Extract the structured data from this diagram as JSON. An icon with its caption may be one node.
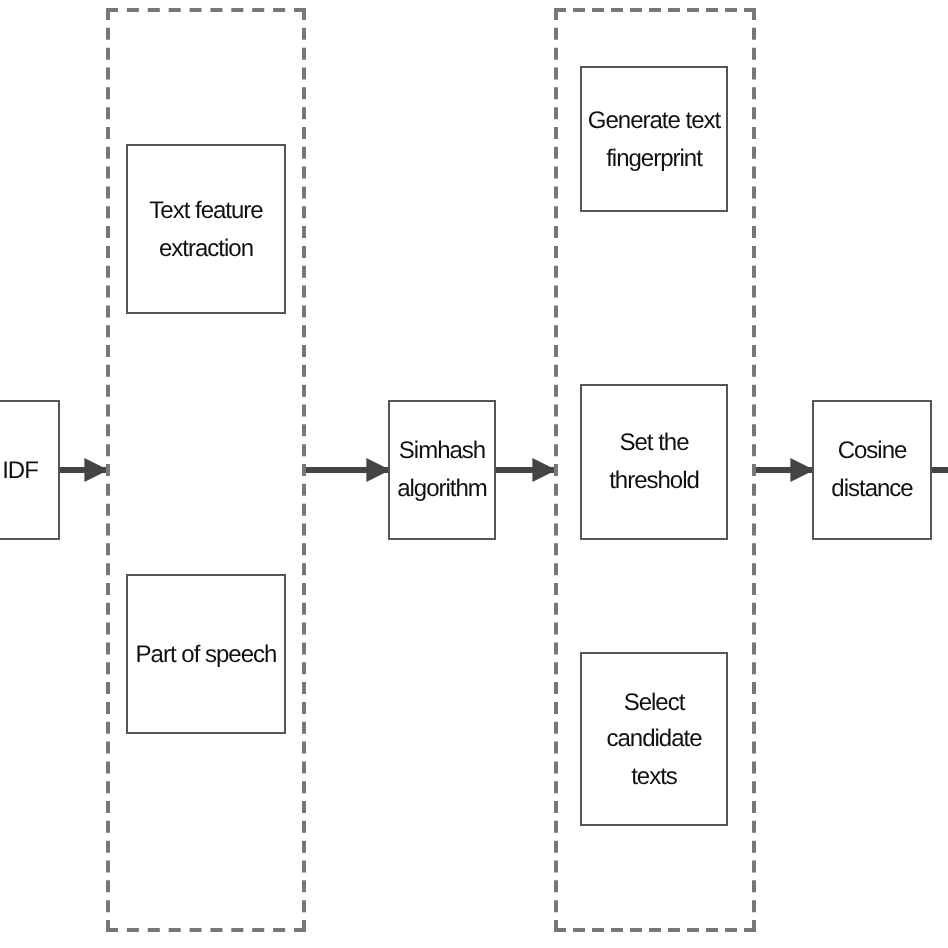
{
  "diagram": {
    "nodes": [
      {
        "text": [
          "IDF"
        ]
      },
      {
        "text": [],
        "shape": "box"
      },
      {
        "text": [
          "Text feature extraction"
        ],
        "in": 1
      },
      {
        "text": [
          "Part of speech"
        ],
        "in": 1
      },
      {
        "text": [
          "Simhash algorithm"
        ]
      },
      {
        "text": [],
        "shape": "box"
      },
      {
        "text": [
          "Generate text fingerprint"
        ],
        "in": 5
      },
      {
        "text": [
          "Set the threshold"
        ],
        "in": 5
      },
      {
        "text": [
          "Select candidate texts"
        ],
        "in": 5
      },
      {
        "text": [
          "Cosine distance"
        ]
      }
    ],
    "edges": [
      {
        "from": 0,
        "to": 1,
        "arrow": "to"
      },
      {
        "from": 1,
        "to": 4,
        "arrow": "to"
      },
      {
        "from": 4,
        "to": 5,
        "arrow": "to"
      },
      {
        "from": 5,
        "to": 9,
        "arrow": "to"
      },
      {
        "from": 9,
        "to": null,
        "arrow": "none"
      }
    ]
  }
}
